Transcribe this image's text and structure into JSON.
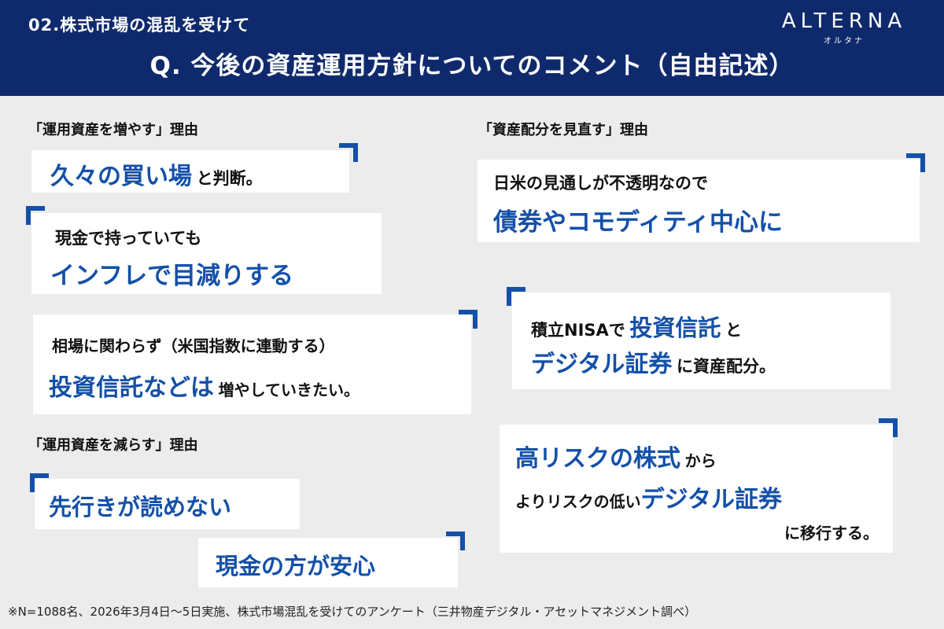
{
  "header": {
    "section_label": "02.株式市場の混乱を受けて",
    "title": "Q. 今後の資産運用方針についてのコメント（自由記述）",
    "logo_main": "ALTERNA",
    "logo_sub": "オルタナ"
  },
  "categories": {
    "increase": "「運用資産を増やす」理由",
    "rebalance": "「資産配分を見直す」理由",
    "decrease": "「運用資産を減らす」理由"
  },
  "comments": {
    "c1": {
      "em": "久々の買い場",
      "rest": "と判断。"
    },
    "c2": {
      "line1": "現金で持っていても",
      "em": "インフレで目減りする"
    },
    "c3": {
      "line1": "相場に関わらず（米国指数に連動する）",
      "em": "投資信託などは",
      "rest": "増やしていきたい。"
    },
    "c4": {
      "em": "先行きが読めない"
    },
    "c5": {
      "em": "現金の方が安心"
    },
    "c6": {
      "line1": "日米の見通しが不透明なので",
      "em": "債券やコモディティ中心に"
    },
    "c7": {
      "pre": "積立NISAで",
      "em1": "投資信託",
      "mid": "と",
      "em2": "デジタル証券",
      "rest": "に資産配分。"
    },
    "c8": {
      "em1": "高リスクの株式",
      "rest1": "から",
      "pre2": "よりリスクの低い",
      "em2": "デジタル証券",
      "rest3": "に移行する。"
    }
  },
  "footer": {
    "note": "※N=1088名、2026年3月4日〜5日実施、株式市場混乱を受けてのアンケート（三井物産デジタル・アセットマネジメント調べ）"
  },
  "colors": {
    "header_bg": "#0f2a6c",
    "accent_blue": "#1450a8",
    "page_bg": "#ececec"
  }
}
